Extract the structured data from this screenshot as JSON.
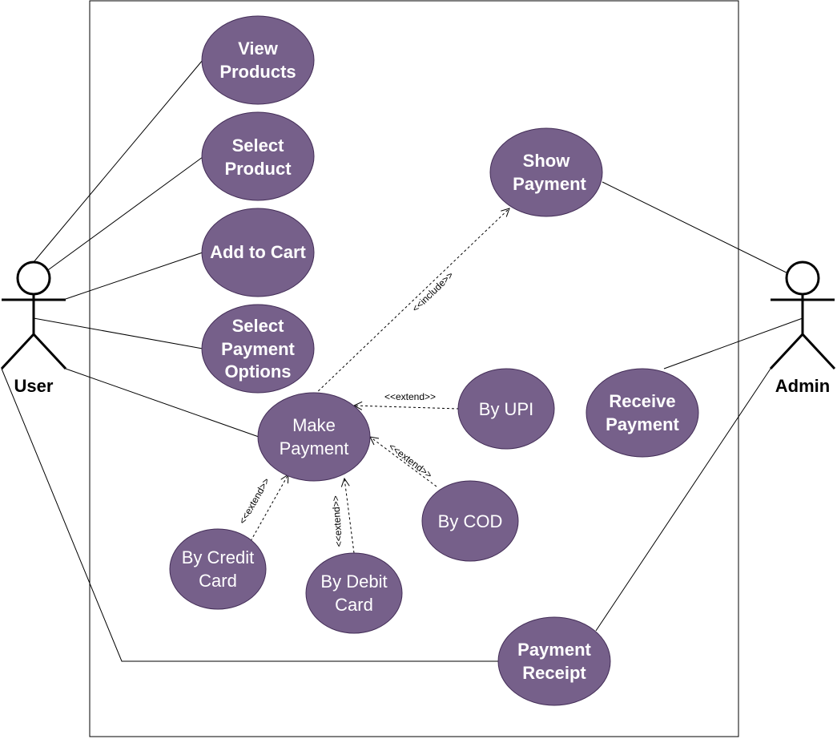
{
  "diagram": {
    "actors": {
      "user": "User",
      "admin": "Admin"
    },
    "use_cases": {
      "view_products": [
        "View",
        "Products"
      ],
      "select_product": [
        "Select",
        "Product"
      ],
      "add_to_cart": [
        "Add to Cart"
      ],
      "select_payment_options": [
        "Select",
        "Payment",
        "Options"
      ],
      "make_payment": [
        "Make",
        "Payment"
      ],
      "show_payment": [
        "Show",
        "Payment"
      ],
      "by_upi": [
        "By UPI"
      ],
      "by_cod": [
        "By COD"
      ],
      "by_credit_card": [
        "By Credit",
        "Card"
      ],
      "by_debit_card": [
        "By Debit",
        "Card"
      ],
      "receive_payment": [
        "Receive",
        "Payment"
      ],
      "payment_receipt": [
        "Payment",
        "Receipt"
      ]
    },
    "relations": {
      "include": "<<include>>",
      "extend": "<<extend>>"
    },
    "colors": {
      "use_case_fill": "#76608a",
      "use_case_stroke": "#432d57",
      "line": "#000000"
    }
  }
}
